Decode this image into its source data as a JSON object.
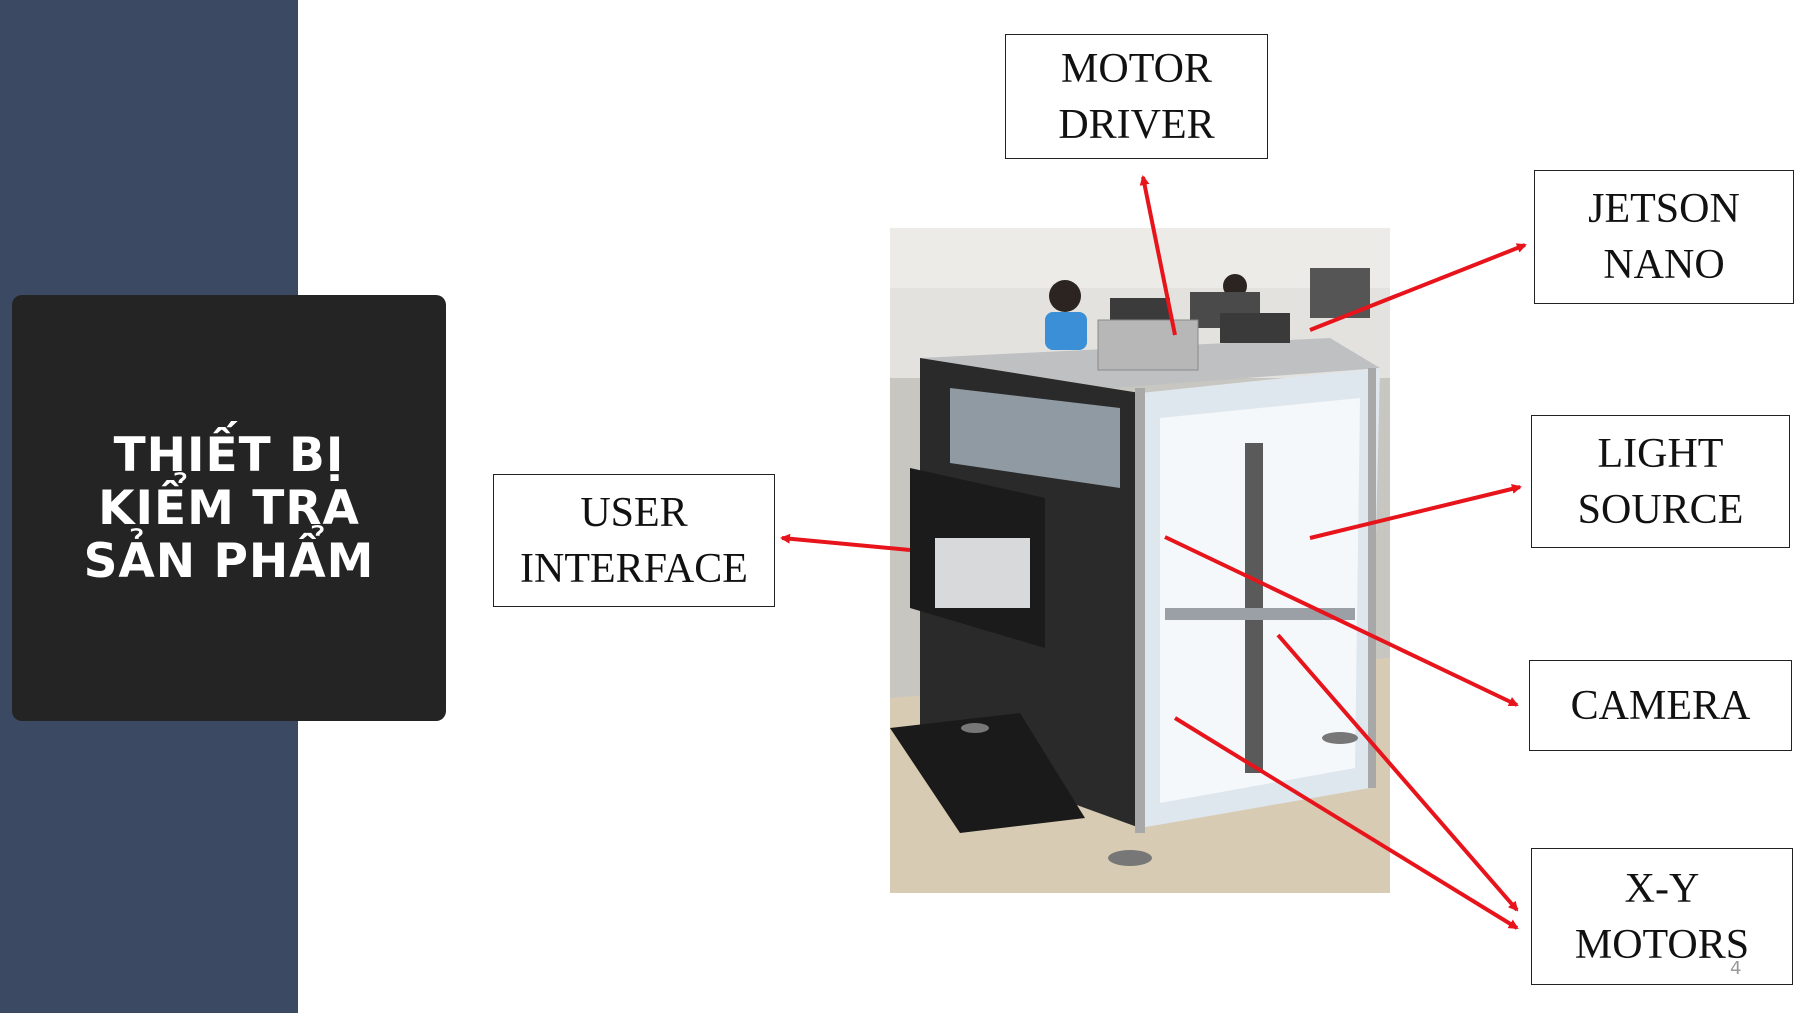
{
  "slide": {
    "title": "THIẾT BỊ\nKIỂM TRA\nSẢN PHẨM",
    "page_number": "4"
  },
  "labels": {
    "motor_driver": "MOTOR\nDRIVER",
    "jetson_nano": "JETSON\nNANO",
    "user_interface": "USER\nINTERFACE",
    "light_source": "LIGHT\nSOURCE",
    "camera": "CAMERA",
    "xy_motors": "X-Y\nMOTORS"
  },
  "colors": {
    "sidebar": "#3b4a62",
    "title_card": "#242424",
    "arrow": "#e8141b"
  }
}
